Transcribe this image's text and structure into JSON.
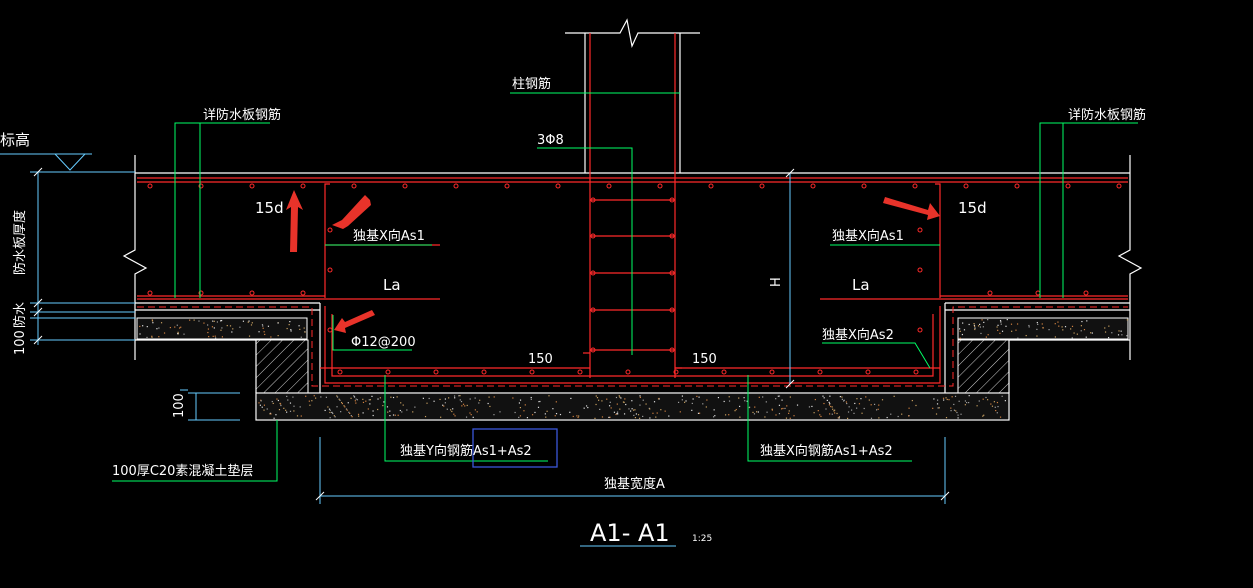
{
  "drawing": {
    "title": "A1- A1",
    "scale": "1:25",
    "colors": {
      "background": "#000000",
      "outline": "#ffffff",
      "rebar": "#ff2a2a",
      "leader": "#00ff66",
      "hatch": "#cfcfcf",
      "dim": "#66ccff",
      "arrow": "#e8332a",
      "highlight_box": "#3a57d9"
    }
  },
  "labels": {
    "elevation": "标高",
    "slab_thickness": "防水板厚度",
    "waterproof": "防水",
    "dim_100_left": "100",
    "dim_100_pad": "100",
    "see_slab_rebar_left": "详防水板钢筋",
    "see_slab_rebar_right": "详防水板钢筋",
    "column_rebar": "柱钢筋",
    "stirrup": "3Φ8",
    "anchor_left": "15d",
    "anchor_right": "15d",
    "x_as1_left": "独基X向As1",
    "x_as1_right": "独基X向As1",
    "la_left": "La",
    "la_right": "La",
    "h": "H",
    "side_bar": "Φ12@200",
    "x_as2": "独基X向As2",
    "offset_left": "150",
    "offset_right": "150",
    "y_rebar": "独基Y向钢筋As1+As2",
    "x_rebar": "独基X向钢筋As1+As2",
    "cushion": "100厚C20素混凝土垫层",
    "foundation_width": "独基宽度A"
  }
}
